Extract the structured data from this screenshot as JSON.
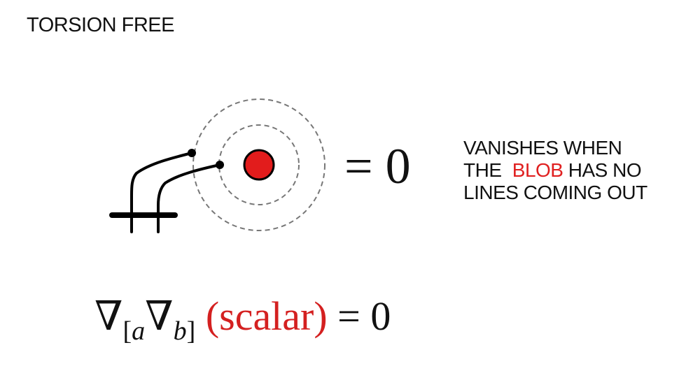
{
  "title": "TORSION FREE",
  "equation": {
    "equals": "=",
    "rhs": "0"
  },
  "caption": {
    "line1": "VANISHES WHEN",
    "line2_prefix": "THE",
    "line2_highlight": "BLOB",
    "line2_suffix": "HAS NO",
    "line3": "LINES COMING OUT"
  },
  "formula": {
    "nabla1": "∇",
    "sub1_open": "[",
    "sub1_var": "a",
    "nabla2": "∇",
    "sub2_var": "b",
    "sub2_close": "]",
    "scalar_text": "(scalar)",
    "equals": "=",
    "rhs": "0"
  },
  "colors": {
    "blob": "#e21c1c",
    "highlight": "#e02020",
    "dashed_circle": "#777777",
    "ink": "#000000"
  }
}
